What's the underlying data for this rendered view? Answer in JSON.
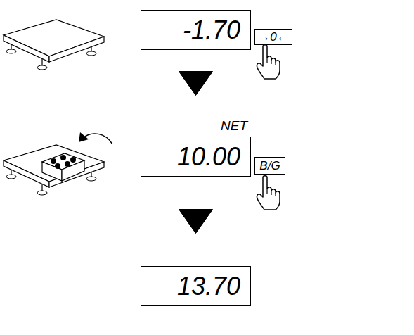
{
  "diagram": {
    "nodes": [
      {
        "text": [
          "-1.70"
        ]
      },
      {
        "text": [
          "→0←"
        ]
      },
      {
        "text": [
          "NET",
          "10.00"
        ]
      },
      {
        "text": [
          "B/G"
        ]
      },
      {
        "text": [
          "13.70"
        ]
      }
    ],
    "edges": [
      {
        "from": 0,
        "to": 2,
        "arrow": "to"
      },
      {
        "from": 2,
        "to": 4,
        "arrow": "to"
      }
    ]
  }
}
